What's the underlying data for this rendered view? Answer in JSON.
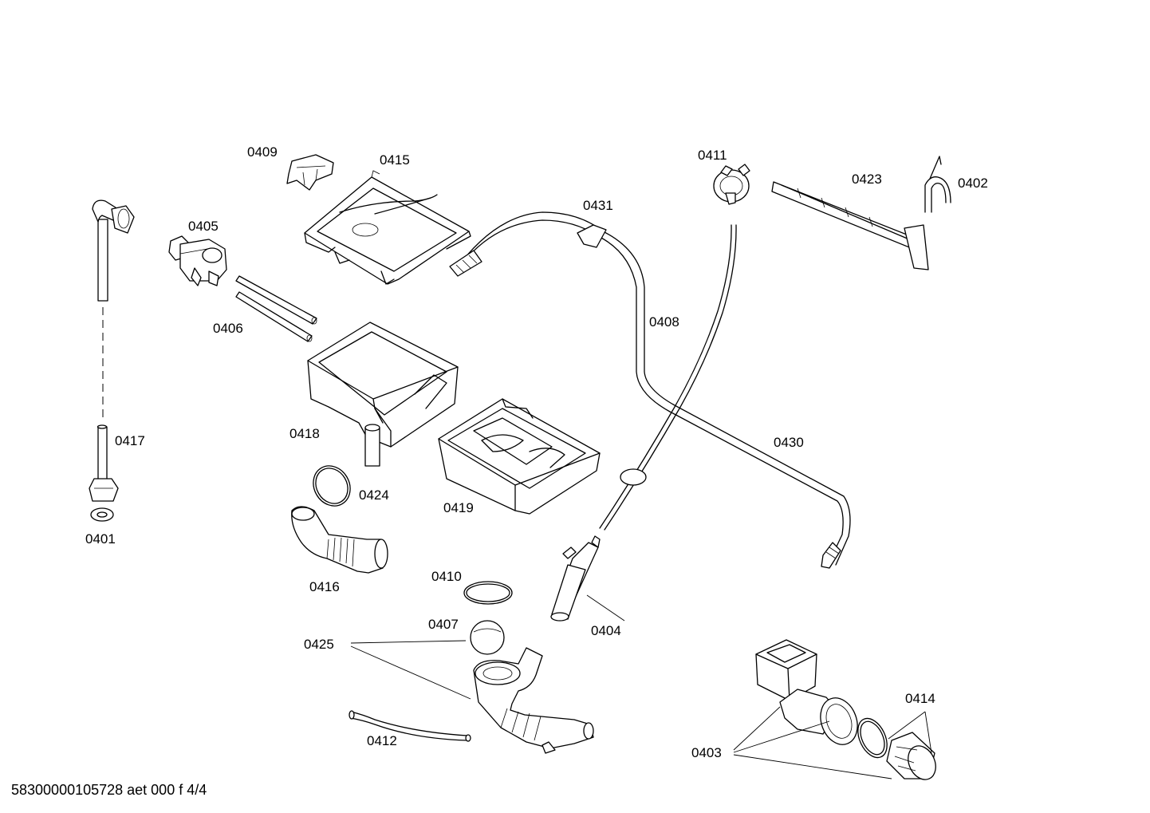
{
  "labels": {
    "p0401": "0401",
    "p0402": "0402",
    "p0403": "0403",
    "p0404": "0404",
    "p0405": "0405",
    "p0406": "0406",
    "p0407": "0407",
    "p0408": "0408",
    "p0409": "0409",
    "p0410": "0410",
    "p0411": "0411",
    "p0412": "0412",
    "p0414": "0414",
    "p0415": "0415",
    "p0416": "0416",
    "p0417": "0417",
    "p0418": "0418",
    "p0419": "0419",
    "p0423": "0423",
    "p0424": "0424",
    "p0425": "0425",
    "p0430": "0430",
    "p0431": "0431"
  },
  "footer": "58300000105728 aet 000 f 4/4"
}
